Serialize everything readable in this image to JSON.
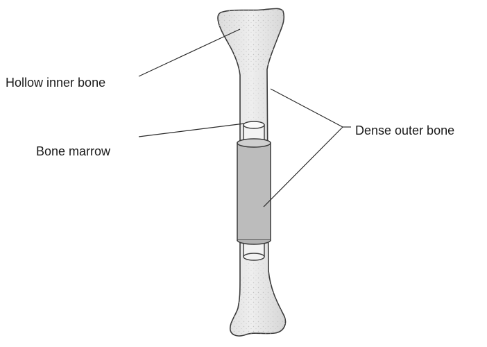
{
  "labels": {
    "hollow_inner_bone": "Hollow inner bone",
    "bone_marrow": "Bone marrow",
    "dense_outer_bone": "Dense outer bone"
  },
  "colors": {
    "bone_fill": "#e6e6e6",
    "bone_stroke": "#3a3a3a",
    "stipple": "#c4c4c4",
    "marrow_fill": "#f3f3f3",
    "band_fill": "#bcbcbc",
    "leader_line": "#2a2a2a"
  }
}
